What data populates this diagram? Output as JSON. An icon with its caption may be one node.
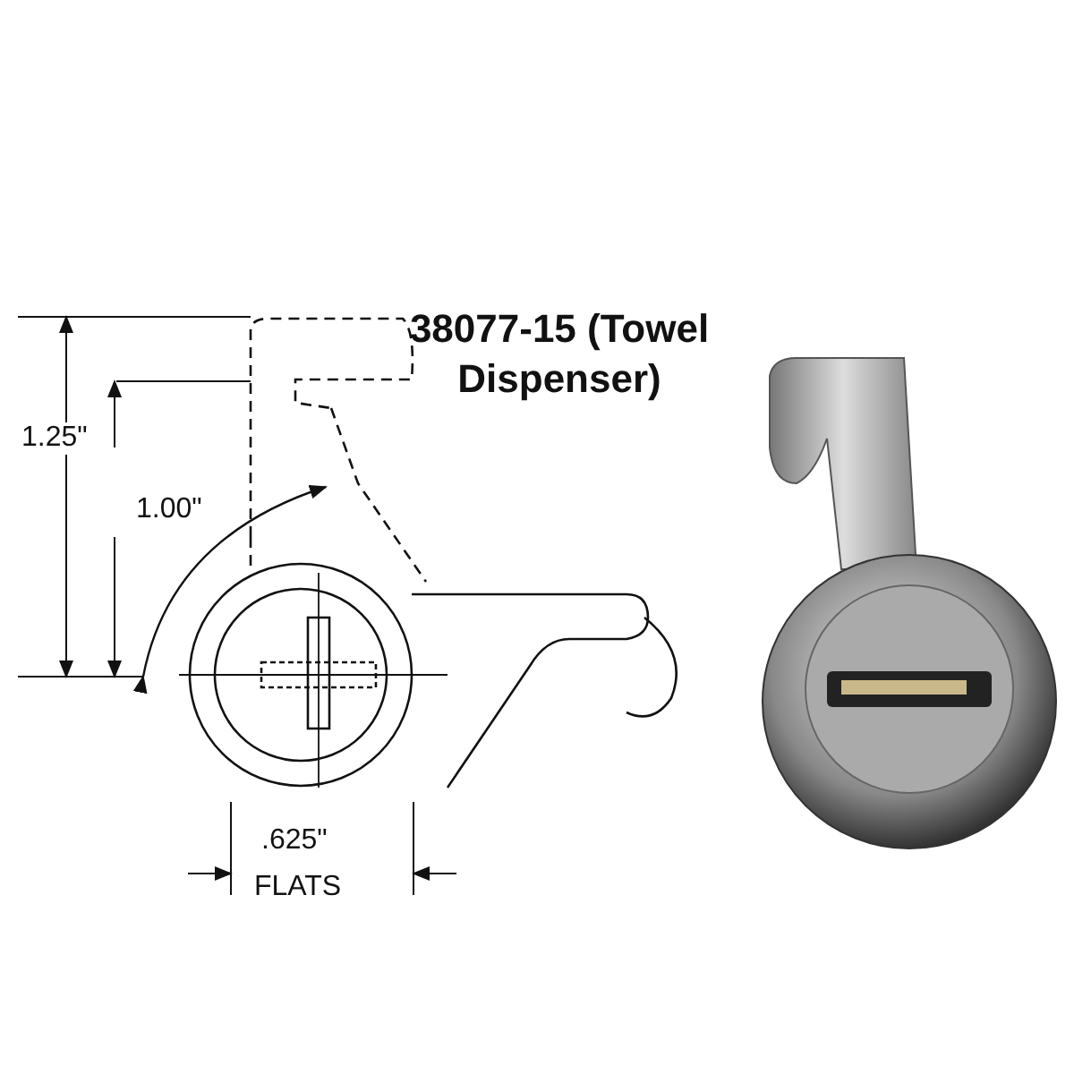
{
  "diagram": {
    "title": "38077-15 (Towel Dispenser)",
    "labels": [
      "1.25\"",
      "1.00\"",
      ".625\"",
      "FLATS"
    ]
  }
}
